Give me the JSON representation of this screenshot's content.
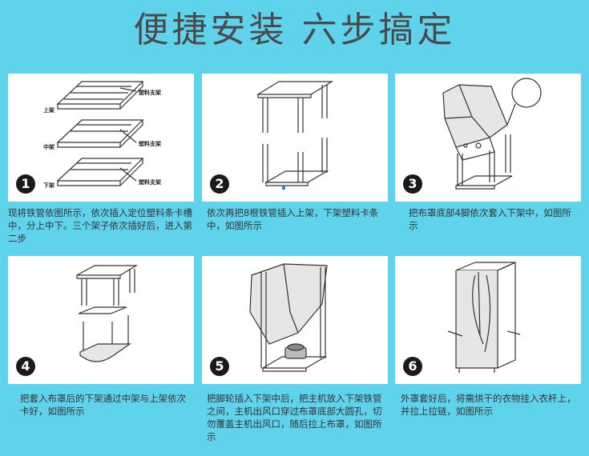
{
  "title": "便捷安装 六步搞定",
  "steps": [
    {
      "num": "1",
      "caption": "现将铁管依图所示，依次插入定位塑料条卡槽中，分上中下。三个架子依次插好后，进入第二步",
      "labels": {
        "top": "上架",
        "mid": "中架",
        "bottom": "下架",
        "plastic": "塑料支架"
      }
    },
    {
      "num": "2",
      "caption": "依次再把8根铁管插入上架，下架塑料卡条中，如图所示"
    },
    {
      "num": "3",
      "caption": "把布罩底部4脚依次套入下架中，如图所示"
    },
    {
      "num": "4",
      "caption": "把套入布罩后的下架通过中架与上架依次卡好，如图所示"
    },
    {
      "num": "5",
      "caption": "把脚轮插入下架中后，把主机放入下架铁管之间，主机出风口穿过布罩底部大圆孔，切勿覆盖主机出风口，随后拉上布罩，如图所示"
    },
    {
      "num": "6",
      "caption": "外罩套好后，将需烘干的衣物挂入衣杆上，并拉上拉链，如图所示"
    }
  ]
}
